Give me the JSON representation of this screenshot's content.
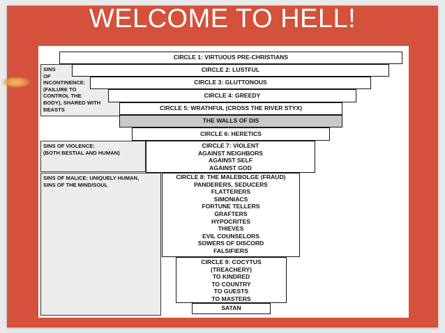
{
  "title": "WELCOME TO HELL!",
  "sides": {
    "incontinence": "SINS\nOF\nINCONTINENCE:\n(FAILURE TO\nCONTROL THE\nBODY), SHARED WITH\nBEASTS",
    "violence": "SINS OF VIOLENCE:\n(BOTH BESTIAL AND HUMAN)",
    "malice": "SINS OF MALICE: UNIQUELY HUMAN,\nSINS OF THE MIND/SOUL"
  },
  "circles": {
    "c1": "CIRCLE 1: VIRTUOUS PRE-CHRISTIANS",
    "c2": "CIRCLE 2: LUSTFUL",
    "c3": "CIRCLE 3: GLUTTONOUS",
    "c4": "CIRCLE 4: GREEDY",
    "c5": "CIRCLE 5: WRATHFUL (CROSS THE RIVER STYX)",
    "walls": "THE WALLS OF DIS",
    "c6": "CIRCLE 6: HERETICS",
    "c7": "CIRCLE 7: VIOLENT\nAGAINST NEIGHBORS\nAGAINST SELF\nAGAINST GOD",
    "c8": "CIRCLE 8: THE MALEBOLGE (FRAUD)\nPANDERERS, SEDUCERS\nFLATTERERS\nSIMONIACS\nFORTUNE TELLERS\nGRAFTERS\nHYPOCRITES\nTHIEVES\nEVIL COUNSELORS\nSOWERS OF DISCORD\nFALSIFIERS",
    "c9": "CIRCLE 9: COCYTUS\n(TREACHERY)\nTO KINDRED\nTO COUNTRY\nTO GUESTS\nTO MASTERS",
    "satan": "SATAN"
  },
  "colors": {
    "frame": "#d4513b",
    "walls_fill": "#c9c9c9",
    "side_fill": "#ececec"
  }
}
